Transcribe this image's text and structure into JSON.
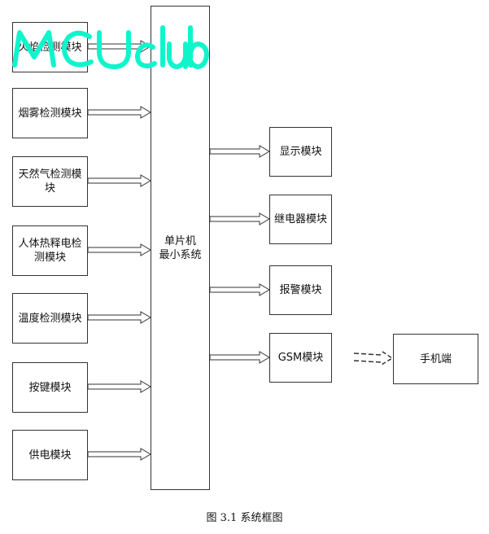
{
  "inputs": [
    {
      "label": "火焰检测模块"
    },
    {
      "label": "烟雾检测模块"
    },
    {
      "label": "天然气检测模块"
    },
    {
      "label": "人体热释电检测模块"
    },
    {
      "label": "温度检测模块"
    },
    {
      "label": "按键模块"
    },
    {
      "label": "供电模块"
    }
  ],
  "center": {
    "label": "单片机\n最小系统"
  },
  "outputs": [
    {
      "label": "显示模块"
    },
    {
      "label": "继电器模块"
    },
    {
      "label": "报警模块"
    },
    {
      "label": "GSM模块"
    }
  ],
  "phone": {
    "label": "手机端"
  },
  "caption": "图 3.1  系统框图",
  "watermark": "MCUclub",
  "colors": {
    "watermark": "#0ef5cc",
    "line": "#333333"
  }
}
